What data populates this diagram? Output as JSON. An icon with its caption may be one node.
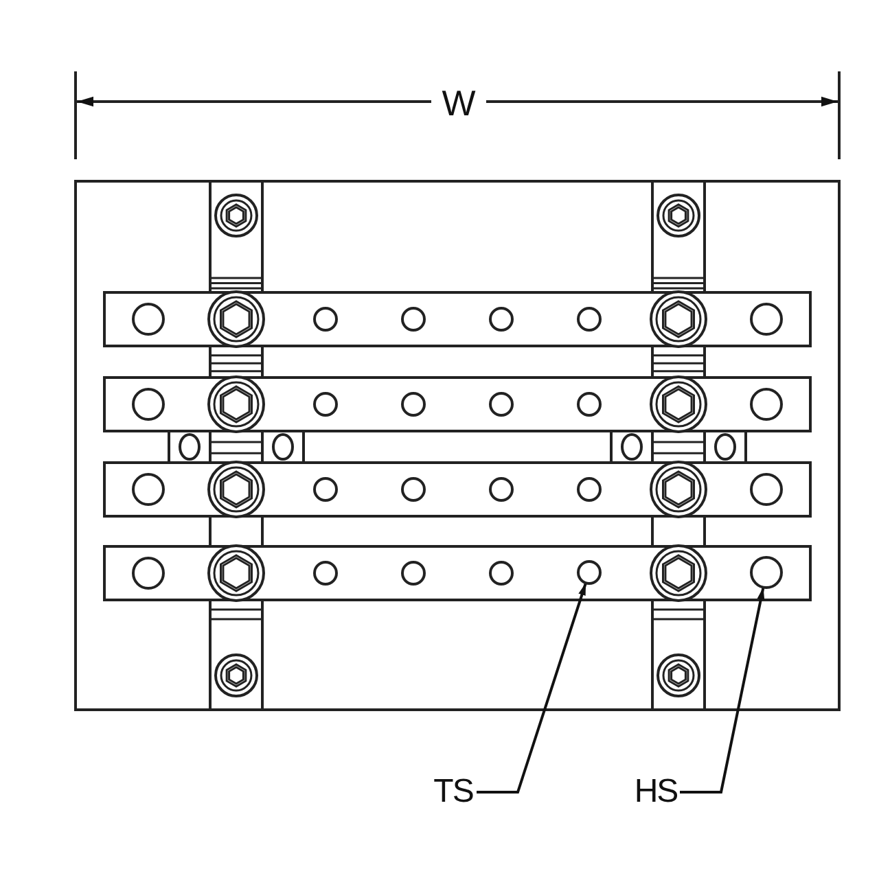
{
  "diagram": {
    "nodes": [
      {
        "text": [
          "TS"
        ]
      },
      {
        "text": [
          "HS"
        ]
      },
      {
        "text": [],
        "shape": "circle"
      },
      {
        "text": [],
        "shape": "circle"
      }
    ],
    "edges": [
      {
        "from": 0,
        "to": 2,
        "arrow": "to"
      },
      {
        "from": 1,
        "to": 3,
        "arrow": "to"
      }
    ],
    "labels": [
      "W"
    ]
  }
}
